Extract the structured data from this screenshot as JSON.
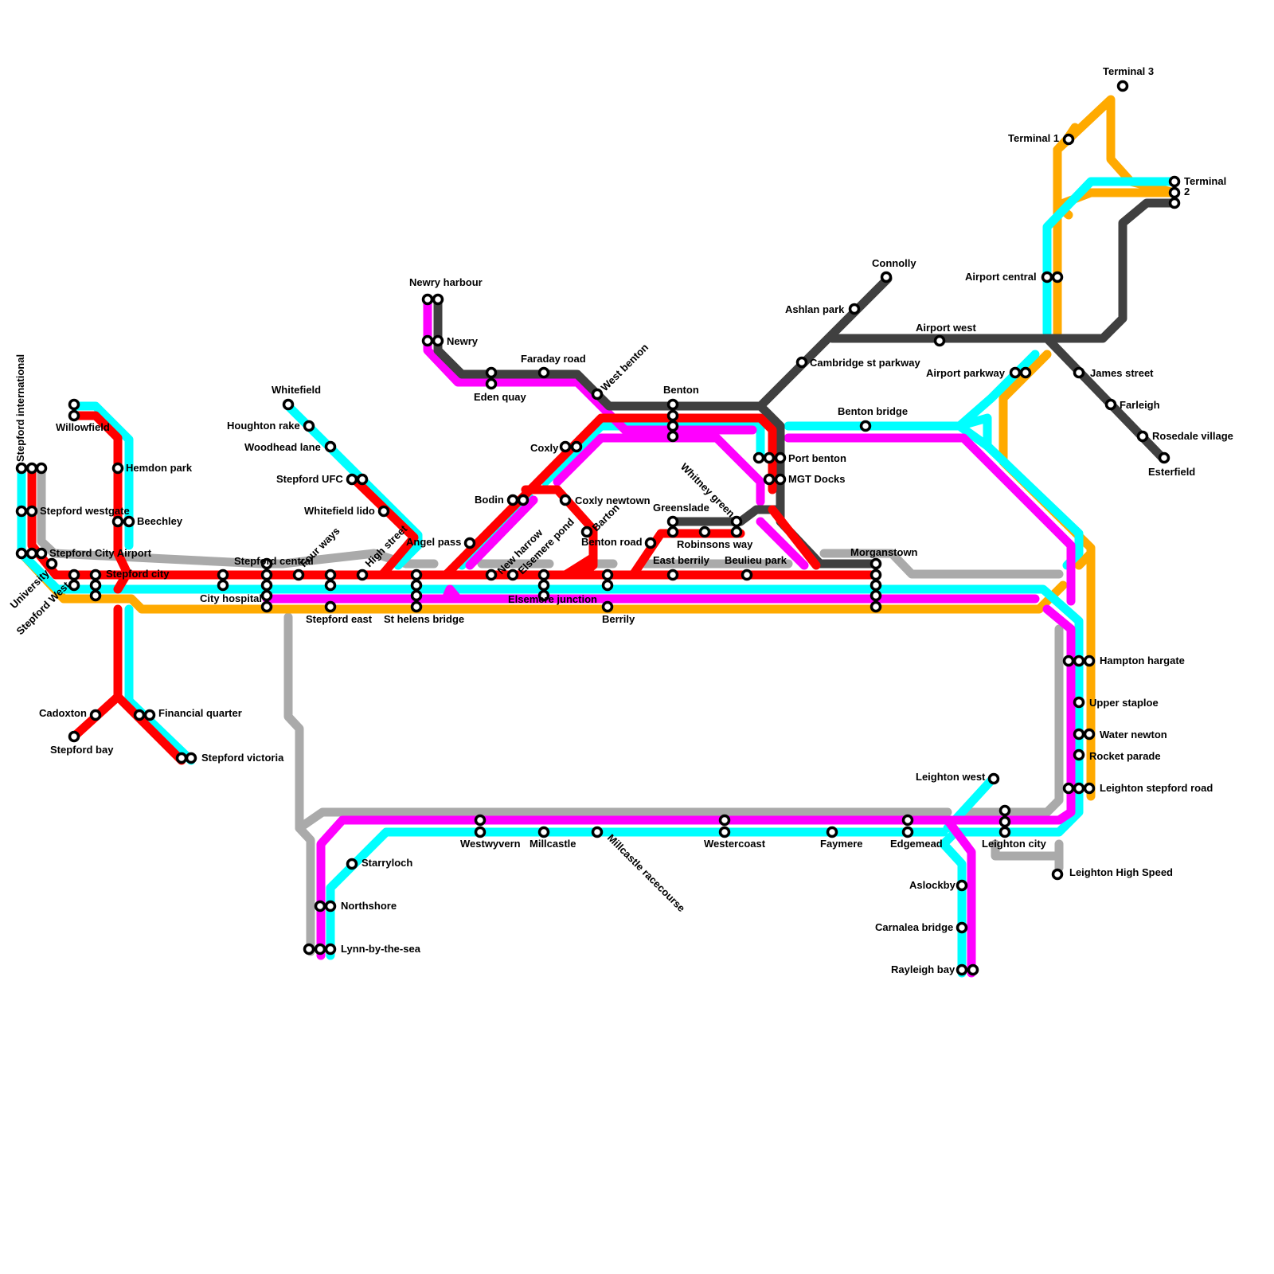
{
  "map": {
    "line_colors": {
      "cyan": "#00ffff",
      "red": "#ff0000",
      "magenta": "#ff00ff",
      "dark": "#404040",
      "orange": "#ffaa00",
      "grey": "#aaaaaa"
    },
    "stations": {
      "stepford_international": "Stepford international",
      "willowfield": "Willowfield",
      "hemdon_park": "Hemdon park",
      "stepford_westgate": "Stepford westgate",
      "beechley": "Beechley",
      "stepford_city_airport": "Stepford City Airport",
      "university": "University",
      "stepford_west": "Stepford West",
      "stepford_city": "Stepford city",
      "city_hospital": "City hospital",
      "stepford_central": "Stepford central",
      "four_ways": "Four ways",
      "high_street": "High street",
      "stepford_east": "Stepford east",
      "whitefield": "Whitefield",
      "houghton_rake": "Houghton rake",
      "woodhead_lane": "Woodhead lane",
      "stepford_ufc": "Stepford UFC",
      "whitefield_lido": "Whitefield lido",
      "angel_pass": "Angel pass",
      "st_helens_bridge": "St helens bridge",
      "newry_harbour": "Newry harbour",
      "newry": "Newry",
      "eden_quay": "Eden quay",
      "faraday_road": "Faraday road",
      "west_benton": "West benton",
      "coxly": "Coxly",
      "bodin": "Bodin",
      "coxly_newtown": "Coxly newtown",
      "new_harrow": "New harrow",
      "elsemere_pond": "Elsemere pond",
      "barton": "Barton",
      "elsemere_junction": "Elsemere junction",
      "benton_road": "Benton road",
      "berrily": "Berrily",
      "east_berrily": "East berrily",
      "greenslade": "Greenslade",
      "robinsons_way": "Robinsons way",
      "whitney_green": "Whitney green",
      "beulieu_park": "Beulieu park",
      "benton": "Benton",
      "port_benton": "Port benton",
      "mgt_docks": "MGT Docks",
      "morganstown": "Morganstown",
      "benton_bridge": "Benton bridge",
      "cambridge_st_parkway": "Cambridge st parkway",
      "ashlan_park": "Ashlan park",
      "connolly": "Connolly",
      "airport_west": "Airport west",
      "airport_parkway": "Airport parkway",
      "james_street": "James street",
      "farleigh": "Farleigh",
      "rosedale_village": "Rosedale village",
      "esterfield": "Esterfield",
      "airport_central": "Airport central",
      "terminal_1": "Terminal 1",
      "terminal_3": "Terminal 3",
      "terminal_2_a": "Terminal",
      "terminal_2_b": "2",
      "hampton_hargate": "Hampton hargate",
      "upper_staploe": "Upper staploe",
      "water_newton": "Water newton",
      "rocket_parade": "Rocket parade",
      "leighton_stepford_road": "Leighton stepford road",
      "leighton_west": "Leighton west",
      "leighton_city": "Leighton city",
      "leighton_high_speed": "Leighton High Speed",
      "edgemead": "Edgemead",
      "faymere": "Faymere",
      "westercoast": "Westercoast",
      "millcastle_racecourse": "Millcastle racecourse",
      "millcastle": "Millcastle",
      "westwyvern": "Westwyvern",
      "starryloch": "Starryloch",
      "northshore": "Northshore",
      "lynn_by_the_sea": "Lynn-by-the-sea",
      "cadoxton": "Cadoxton",
      "stepford_bay": "Stepford bay",
      "financial_quarter": "Financial quarter",
      "stepford_victoria": "Stepford victoria",
      "aslockby": "Aslockby",
      "carnalea_bridge": "Carnalea bridge",
      "rayleigh_bay": "Rayleigh bay"
    }
  }
}
